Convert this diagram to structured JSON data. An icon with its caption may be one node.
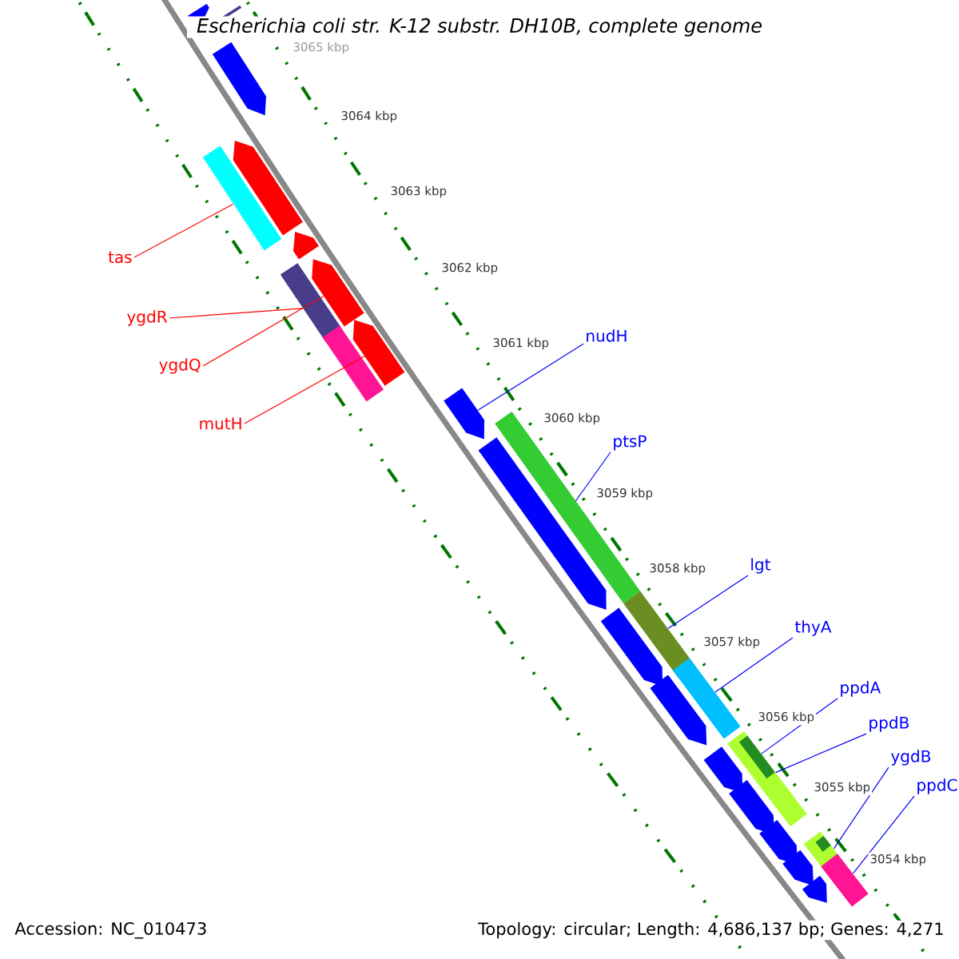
{
  "diagram": {
    "title": "Escherichia coli str. K-12 substr. DH10B, complete genome",
    "nodes": [
      {
        "text": [
          "tas"
        ]
      },
      {
        "text": [
          "ygdR"
        ]
      },
      {
        "text": [
          "ygdQ"
        ]
      },
      {
        "text": [
          "mutH"
        ]
      },
      {
        "text": [
          "nudH"
        ]
      },
      {
        "text": [
          "ptsP"
        ]
      },
      {
        "text": [
          "lgt"
        ]
      },
      {
        "text": [
          "thyA"
        ]
      },
      {
        "text": [
          "ppdA"
        ]
      },
      {
        "text": [
          "ppdB"
        ]
      },
      {
        "text": [
          "ygdB"
        ]
      },
      {
        "text": [
          "ppdC"
        ]
      },
      {
        "text": [],
        "shape": "arrow"
      },
      {
        "text": [],
        "shape": "bar"
      },
      {
        "text": [],
        "shape": "arrow"
      },
      {
        "text": [],
        "shape": "arrow"
      },
      {
        "text": [],
        "shape": "bar"
      },
      {
        "text": [],
        "shape": "arrow"
      },
      {
        "text": [],
        "shape": "arrow"
      },
      {
        "text": [],
        "shape": "bar"
      },
      {
        "text": [],
        "shape": "arrow"
      },
      {
        "text": [],
        "shape": "bar"
      },
      {
        "text": [],
        "shape": "arrow"
      },
      {
        "text": [],
        "shape": "bar"
      },
      {
        "text": [],
        "shape": "arrow"
      },
      {
        "text": [],
        "shape": "bar"
      },
      {
        "text": [],
        "shape": "arrow"
      },
      {
        "text": [],
        "shape": "bar"
      },
      {
        "text": [],
        "shape": "arrow"
      },
      {
        "text": [],
        "shape": "bar"
      },
      {
        "text": [],
        "shape": "bar",
        "in": 29
      },
      {
        "text": [],
        "shape": "arrow"
      },
      {
        "text": [],
        "shape": "arrow"
      },
      {
        "text": [],
        "shape": "arrow"
      },
      {
        "text": [],
        "shape": "bar"
      },
      {
        "text": [],
        "shape": "bar",
        "in": 34
      },
      {
        "text": [],
        "shape": "arrow"
      },
      {
        "text": [],
        "shape": "bar"
      },
      {
        "text": [],
        "shape": "arrow"
      }
    ],
    "edges": [
      {
        "from": 0,
        "to": 16,
        "arrow": "none",
        "color": "#ff0000"
      },
      {
        "from": 1,
        "to": 19,
        "arrow": "none",
        "color": "#ff0000"
      },
      {
        "from": 2,
        "to": 18,
        "arrow": "none",
        "color": "#ff0000"
      },
      {
        "from": 3,
        "to": 20,
        "arrow": "none",
        "color": "#ff0000"
      },
      {
        "from": 4,
        "to": 22,
        "arrow": "none"
      },
      {
        "from": 5,
        "to": 23,
        "arrow": "none"
      },
      {
        "from": 6,
        "to": 25,
        "arrow": "none"
      },
      {
        "from": 7,
        "to": 27,
        "arrow": "none"
      },
      {
        "from": 8,
        "to": 30,
        "arrow": "none"
      },
      {
        "from": 9,
        "to": 29,
        "arrow": "none"
      },
      {
        "from": 10,
        "to": 34,
        "arrow": "none"
      },
      {
        "from": 11,
        "to": 37,
        "arrow": "none"
      }
    ],
    "labels": [
      "3065 kbp",
      "3064 kbp",
      "3063 kbp",
      "3062 kbp",
      "3061 kbp",
      "3060 kbp",
      "3059 kbp",
      "3058 kbp",
      "3057 kbp",
      "3056 kbp",
      "3055 kbp",
      "3054 kbp",
      "Accession: NC_010473",
      "Topology: circular; Length: 4,686,137 bp; Genes: 4,271"
    ]
  }
}
